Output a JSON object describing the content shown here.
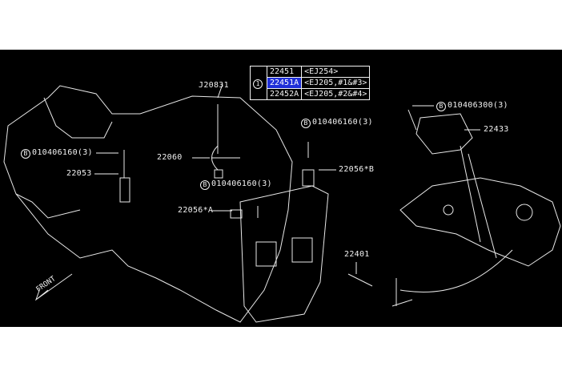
{
  "reference_table": {
    "marker": "1",
    "rows": [
      {
        "part": "22451",
        "spec": "<EJ254>"
      },
      {
        "part": "22451A",
        "spec": "<EJ205,#1&#3>",
        "highlighted": true
      },
      {
        "part": "22452A",
        "spec": "<EJ205,#2&#4>"
      }
    ]
  },
  "labels": {
    "j20831": "J20831",
    "bolt_top": "010406160(3)",
    "bolt_distributor": "010406300(3)",
    "distributor": "22433",
    "bolt_left": "010406160(3)",
    "bracket_22060": "22060",
    "sensor_22053": "22053",
    "sensor_22056b": "22056*B",
    "bolt_mid": "010406160(3)",
    "sensor_22056a": "22056*A",
    "spark_plug": "22401",
    "front": "FRONT",
    "bolt_marker": "B"
  },
  "colors": {
    "background": "#000000",
    "lines": "#f2f2f2",
    "highlight": "#1f2fd8"
  }
}
